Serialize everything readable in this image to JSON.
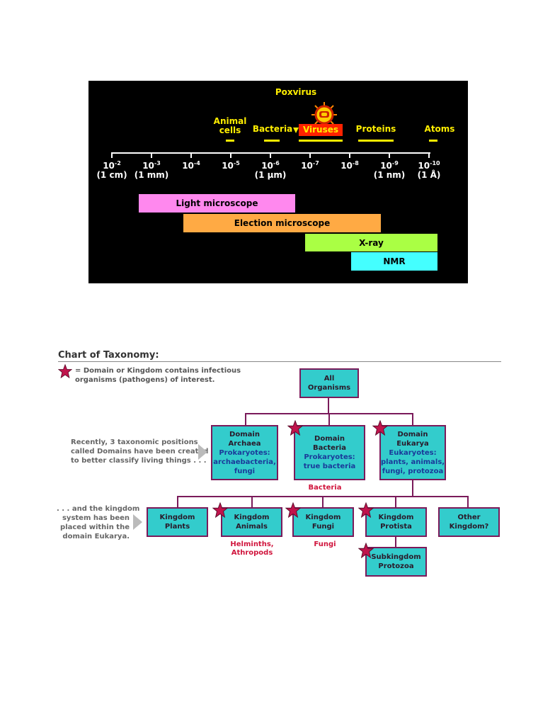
{
  "scale_figure": {
    "top_labels": {
      "poxvirus": "Poxvirus",
      "animal_cells": "Animal\ncells",
      "bacteria": "Bacteria",
      "viruses": "Viruses",
      "proteins": "Proteins",
      "atoms": "Atoms"
    },
    "axis_ticks": [
      {
        "base": "10",
        "exp": "-2",
        "sub": "(1 cm)"
      },
      {
        "base": "10",
        "exp": "-3",
        "sub": "(1 mm)"
      },
      {
        "base": "10",
        "exp": "-4",
        "sub": ""
      },
      {
        "base": "10",
        "exp": "-5",
        "sub": ""
      },
      {
        "base": "10",
        "exp": "-6",
        "sub": "(1 µm)"
      },
      {
        "base": "10",
        "exp": "-7",
        "sub": ""
      },
      {
        "base": "10",
        "exp": "-8",
        "sub": ""
      },
      {
        "base": "10",
        "exp": "-9",
        "sub": "(1 nm)"
      },
      {
        "base": "10",
        "exp": "-10",
        "sub": "(1 Å)"
      }
    ],
    "ranges": {
      "light": {
        "label": "Light microscope",
        "color": "#ff88ee"
      },
      "electron": {
        "label": "Election microscope",
        "color": "#ffaa44"
      },
      "xray": {
        "label": "X-ray",
        "color": "#aaff44"
      },
      "nmr": {
        "label": "NMR",
        "color": "#44ffff"
      }
    }
  },
  "taxonomy": {
    "title": "Chart of Taxonomy:",
    "legend": "= Domain or Kingdom contains infectious\norganisms (pathogens) of interest.",
    "note_domains": "Recently, 3 taxonomic positions\ncalled Domains have been created\nto better classify living things . . .",
    "note_kingdom": ". . . and the kingdom\nsystem has been\nplaced within the\ndomain Eukarya.",
    "root": "All\nOrganisms",
    "archaea": {
      "title": "Domain\nArchaea",
      "desc": "Prokaryotes:\narchaebacteria,\nfungi"
    },
    "bacteria": {
      "title": "Domain\nBacteria",
      "desc": "Prokaryotes:\ntrue bacteria"
    },
    "eukarya": {
      "title": "Domain\nEukarya",
      "desc": "Eukaryotes:\nplants, animals,\nfungi, protozoa"
    },
    "bacteria_pathogen": "Bacteria",
    "plants": "Kingdom\nPlants",
    "animals": "Kingdom\nAnimals",
    "fungi": "Kingdom\nFungi",
    "protista": "Kingdom\nProtista",
    "other": "Other\nKingdom?",
    "protozoa": "Subkingdom\nProtozoa",
    "animals_pathogen": "Helminths,\nAthropods",
    "fungi_pathogen": "Fungi",
    "star_color": "#c0144c"
  }
}
